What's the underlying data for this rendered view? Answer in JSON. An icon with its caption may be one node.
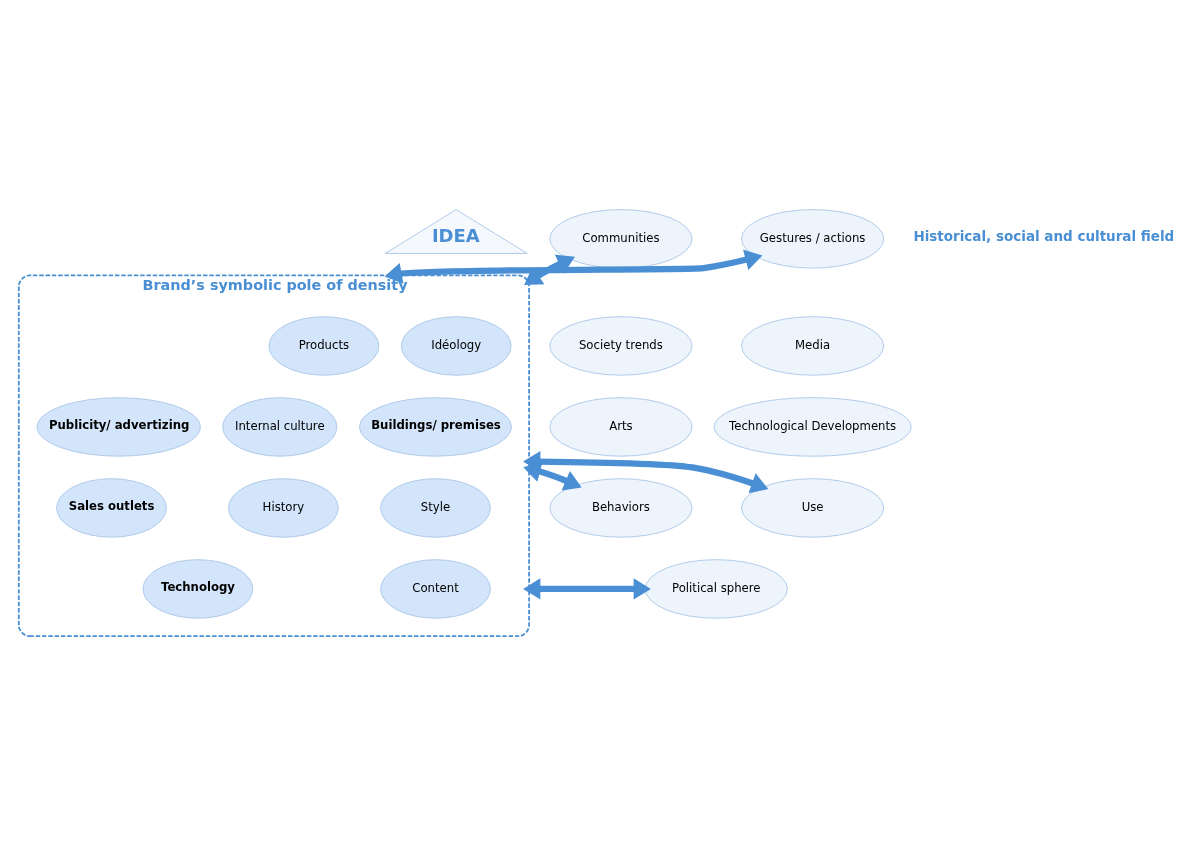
{
  "diagram": {
    "nodes": [
      {
        "text": [
          "IDEA"
        ]
      },
      {
        "text": [
          "Brand’s symbolic pole of density"
        ]
      },
      {
        "text": [
          "Idéology"
        ],
        "in": 1
      },
      {
        "text": [
          "Products"
        ],
        "in": 1
      },
      {
        "text": [
          "Internal culture"
        ],
        "in": 1
      },
      {
        "text": [
          "Buildings/ premises"
        ],
        "in": 1
      },
      {
        "text": [
          "Publicity/ advertizing"
        ],
        "in": 1
      },
      {
        "text": [
          "History"
        ],
        "in": 1
      },
      {
        "text": [
          "Style"
        ],
        "in": 1
      },
      {
        "text": [
          "Sales outlets"
        ],
        "in": 1
      },
      {
        "text": [
          "Technology"
        ],
        "in": 1
      },
      {
        "text": [
          "Content"
        ],
        "in": 1
      },
      {
        "text": [
          "Communities"
        ]
      },
      {
        "text": [
          "Society trends"
        ]
      },
      {
        "text": [
          "Arts"
        ]
      },
      {
        "text": [
          "Behaviors"
        ]
      },
      {
        "text": [
          "Political sphere"
        ]
      },
      {
        "text": [
          "Gestures / actions"
        ]
      },
      {
        "text": [
          "Media"
        ]
      },
      {
        "text": [
          "Technological Developments"
        ]
      },
      {
        "text": [
          "Use"
        ]
      }
    ],
    "edges": [
      {
        "from": 12,
        "to": 1,
        "arrow": "both"
      },
      {
        "from": 17,
        "to": 1,
        "arrow": "both"
      },
      {
        "from": 15,
        "to": 1,
        "arrow": "both"
      },
      {
        "from": 20,
        "to": 1,
        "arrow": "both"
      },
      {
        "from": 16,
        "to": 1,
        "arrow": "both"
      }
    ],
    "labels": [
      "Historical, social and cultural field"
    ]
  }
}
